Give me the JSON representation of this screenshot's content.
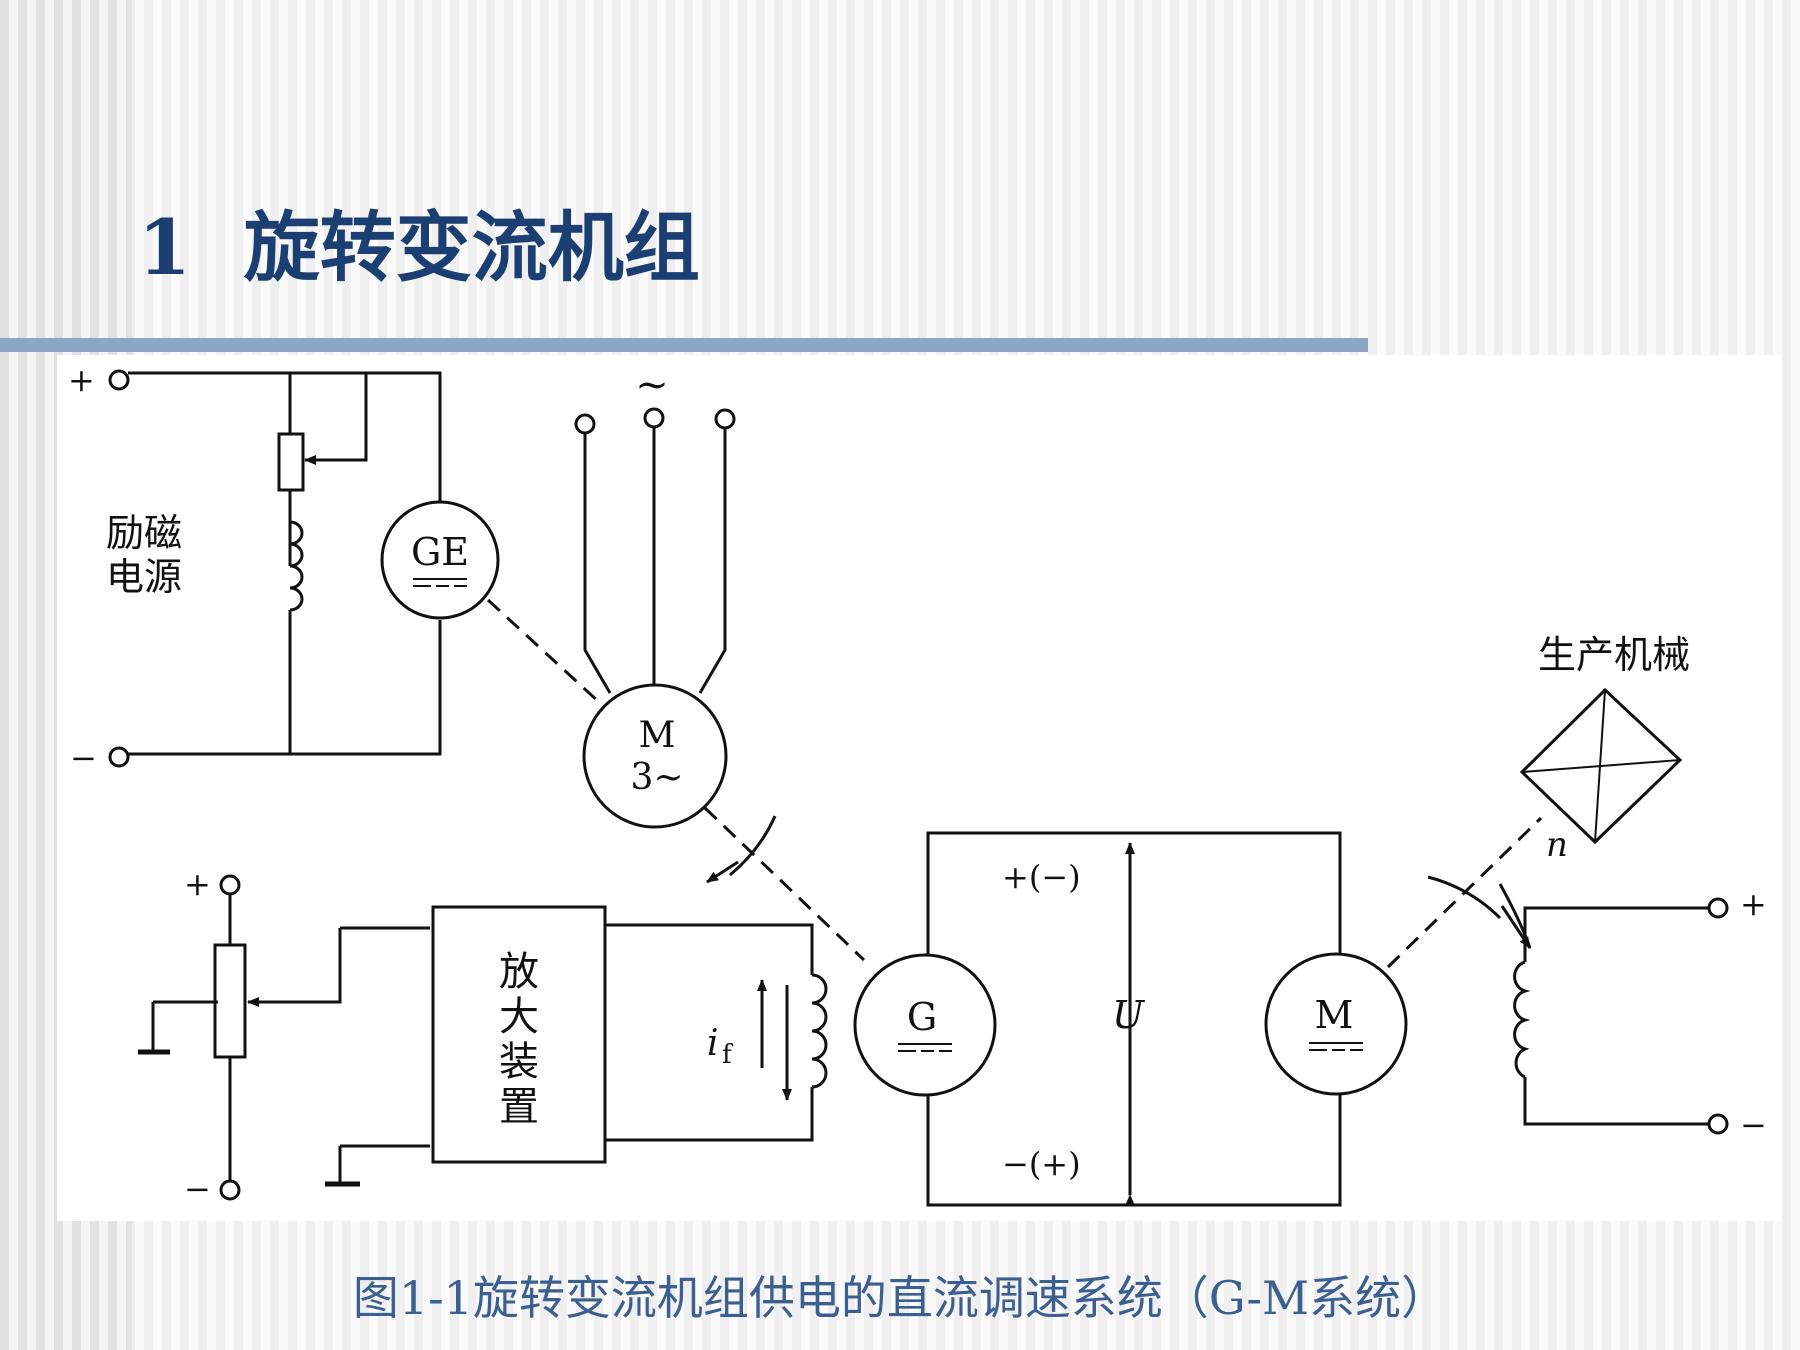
{
  "slide": {
    "title": "1  旋转变流机组",
    "caption": "图1-1旋转变流机组供电的直流调速系统（G-M系统）"
  },
  "labels": {
    "excitation_source_line1": "励磁",
    "excitation_source_line2": "电源",
    "ac_supply": "~",
    "ge": "GE",
    "m_ac_top": "M",
    "m_ac_bottom": "3~",
    "amp_1": "放",
    "amp_2": "大",
    "amp_3": "装",
    "amp_4": "置",
    "i_f": "i",
    "i_f_sub": "f",
    "g": "G",
    "plus_minus": "+(−)",
    "minus_plus": "−(+)",
    "u": "U",
    "m_dc": "M",
    "production_machinery": "生产机械",
    "n": "n",
    "plus": "+",
    "minus": "−"
  },
  "colors": {
    "title": "#1c3f73",
    "caption": "#3b5f8f",
    "rule": "#8da5c7"
  }
}
